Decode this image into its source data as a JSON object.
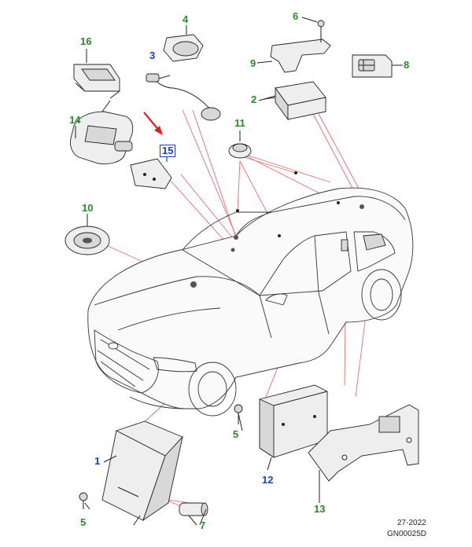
{
  "callouts": [
    {
      "id": "1",
      "color": "blue"
    },
    {
      "id": "2",
      "color": "green"
    },
    {
      "id": "3",
      "color": "blue"
    },
    {
      "id": "4",
      "color": "green"
    },
    {
      "id": "5",
      "color": "green"
    },
    {
      "id": "5",
      "color": "green"
    },
    {
      "id": "6",
      "color": "green"
    },
    {
      "id": "7",
      "color": "green"
    },
    {
      "id": "8",
      "color": "green"
    },
    {
      "id": "9",
      "color": "green"
    },
    {
      "id": "10",
      "color": "green"
    },
    {
      "id": "11",
      "color": "green"
    },
    {
      "id": "12",
      "color": "blue"
    },
    {
      "id": "13",
      "color": "green"
    },
    {
      "id": "14",
      "color": "green"
    },
    {
      "id": "15",
      "color": "blue",
      "highlighted": true
    },
    {
      "id": "16",
      "color": "green"
    }
  ],
  "footer": {
    "date": "27-2022",
    "code": "GN00025D"
  },
  "colors": {
    "callout_green": "#2a8a2a",
    "callout_blue": "#1a3fbf",
    "leader_red": "#e07070",
    "arrow_red": "#e02020"
  }
}
